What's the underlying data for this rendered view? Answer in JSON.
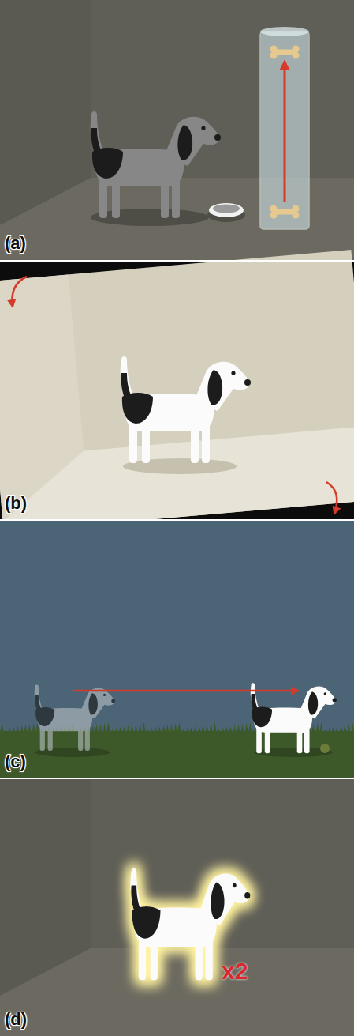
{
  "diagram": {
    "labels": [
      "(a)",
      "(b)",
      "(c)",
      "(d)",
      "x2"
    ]
  }
}
